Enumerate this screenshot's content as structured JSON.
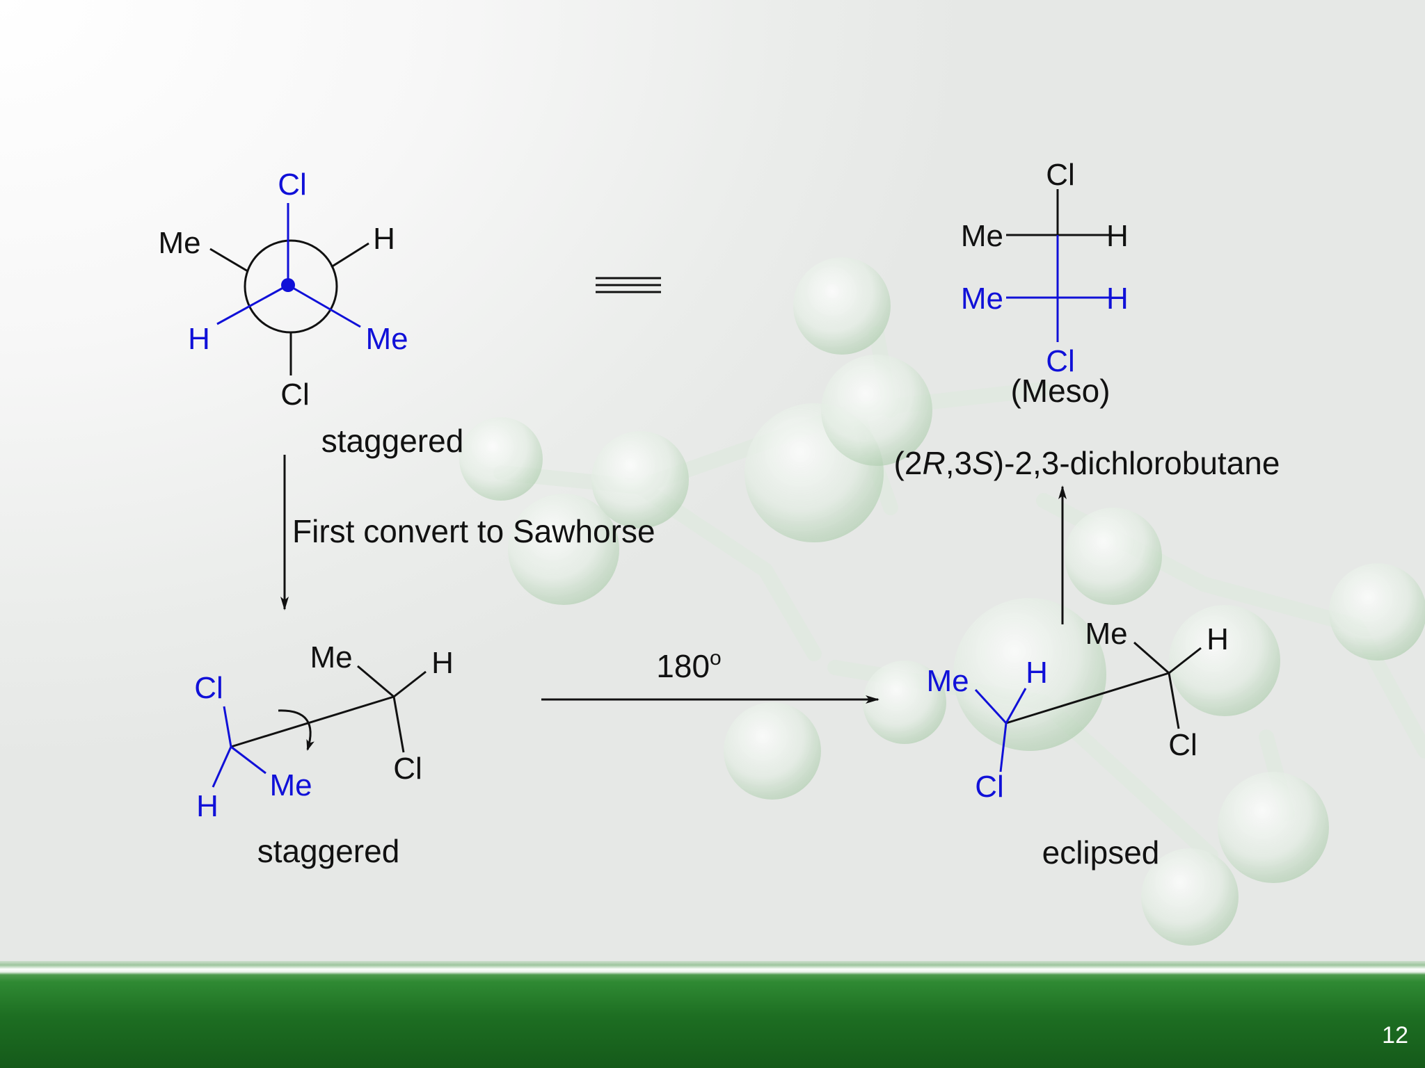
{
  "colors": {
    "black": "#111111",
    "blue": "#1010d8",
    "footer_green": "#1d6e22",
    "background": "#f2f3f2"
  },
  "newman": {
    "front_top": "Cl",
    "back_upper_left": "Me",
    "back_upper_right": "H",
    "front_lower_left": "H",
    "front_lower_right": "Me",
    "back_bottom": "Cl",
    "caption": "staggered"
  },
  "equivalence_symbol": "≡",
  "fischer": {
    "top": "Cl",
    "upper_left": "Me",
    "upper_right": "H",
    "lower_left": "Me",
    "lower_right": "H",
    "bottom": "Cl",
    "label": "(Meso)"
  },
  "compound_name": {
    "prefix": "(2",
    "r": "R",
    "mid": ",3",
    "s": "S",
    "suffix": ")-2,3-dichlorobutane"
  },
  "step_down": {
    "text": "First convert to Sawhorse"
  },
  "sawhorse_staggered": {
    "front_upper": "Cl",
    "front_lower": "H",
    "front_right": "Me",
    "back_left": "Me",
    "back_right": "H",
    "back_bottom": "Cl",
    "caption": "staggered"
  },
  "rotation": {
    "value": "180",
    "superscript": "o"
  },
  "sawhorse_eclipsed": {
    "front_left": "Me",
    "front_right": "H",
    "front_bottom": "Cl",
    "back_left": "Me",
    "back_right": "H",
    "back_bottom": "Cl",
    "caption": "eclipsed"
  },
  "slide_number": "12"
}
